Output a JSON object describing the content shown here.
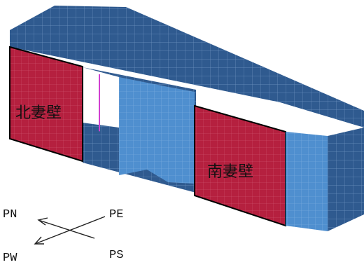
{
  "walls": {
    "north": "北妻壁",
    "south": "南妻壁"
  },
  "directions": {
    "pn": "PN",
    "pe": "PE",
    "pw": "PW",
    "ps": "PS"
  },
  "colors": {
    "mesh_blue": "#2f5a8f",
    "panel_blue": "#4f8fcf",
    "wall_red": "#b5203f",
    "magenta_line": "#d040d0"
  }
}
